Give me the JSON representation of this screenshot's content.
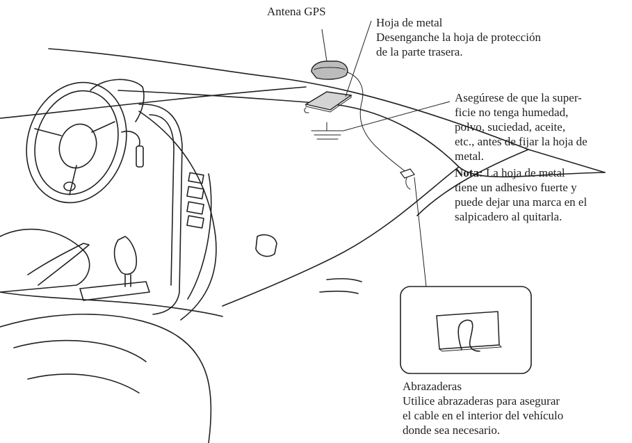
{
  "labels": {
    "antenna": "Antena GPS",
    "metal_sheet_title": "Hoja de metal",
    "metal_sheet_line1": "Desenganche la hoja de protección",
    "metal_sheet_line2": "de la parte trasera.",
    "surface_lines": [
      "Asegúrese de que la super-",
      "ficie no tenga humedad,",
      "polvo, suciedad, aceite,",
      "etc., antes de fijar la hoja de",
      "metal."
    ],
    "note_bold": "Nota:",
    "note_lines": [
      " La hoja de metal",
      "tiene un adhesivo fuerte y",
      "puede dejar una marca en el",
      "salpicadero al quitarla."
    ],
    "clamps_title": "Abrazaderas",
    "clamps_lines": [
      "Utilice abrazaderas para asegurar",
      "el cable en el interior del vehículo",
      "donde sea necesario."
    ]
  },
  "colors": {
    "ink": "#231f20",
    "antenna_fill": "#bcbcbc",
    "sheet_fill": "#d4d4d4"
  }
}
